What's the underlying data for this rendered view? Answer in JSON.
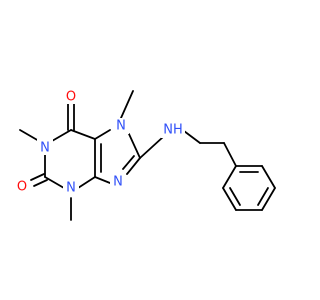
{
  "colors": {
    "bond": "#000000",
    "carbon": "#000000",
    "nitrogen": "#3050F8",
    "oxygen": "#FF0D0D",
    "background": "#FFFFFF"
  },
  "molecule": {
    "atoms": [
      {
        "id": "O6",
        "label": "O",
        "element": "oxygen"
      },
      {
        "id": "N7",
        "label": "N",
        "element": "nitrogen"
      },
      {
        "id": "N1",
        "label": "N",
        "element": "nitrogen"
      },
      {
        "id": "N8",
        "label": "N",
        "element": "nitrogen"
      },
      {
        "id": "NH",
        "label": "NH",
        "element": "nitrogen"
      },
      {
        "id": "O2",
        "label": "O",
        "element": "oxygen"
      },
      {
        "id": "N3",
        "label": "N",
        "element": "nitrogen"
      },
      {
        "id": "N9",
        "label": "N",
        "element": "nitrogen"
      }
    ]
  }
}
